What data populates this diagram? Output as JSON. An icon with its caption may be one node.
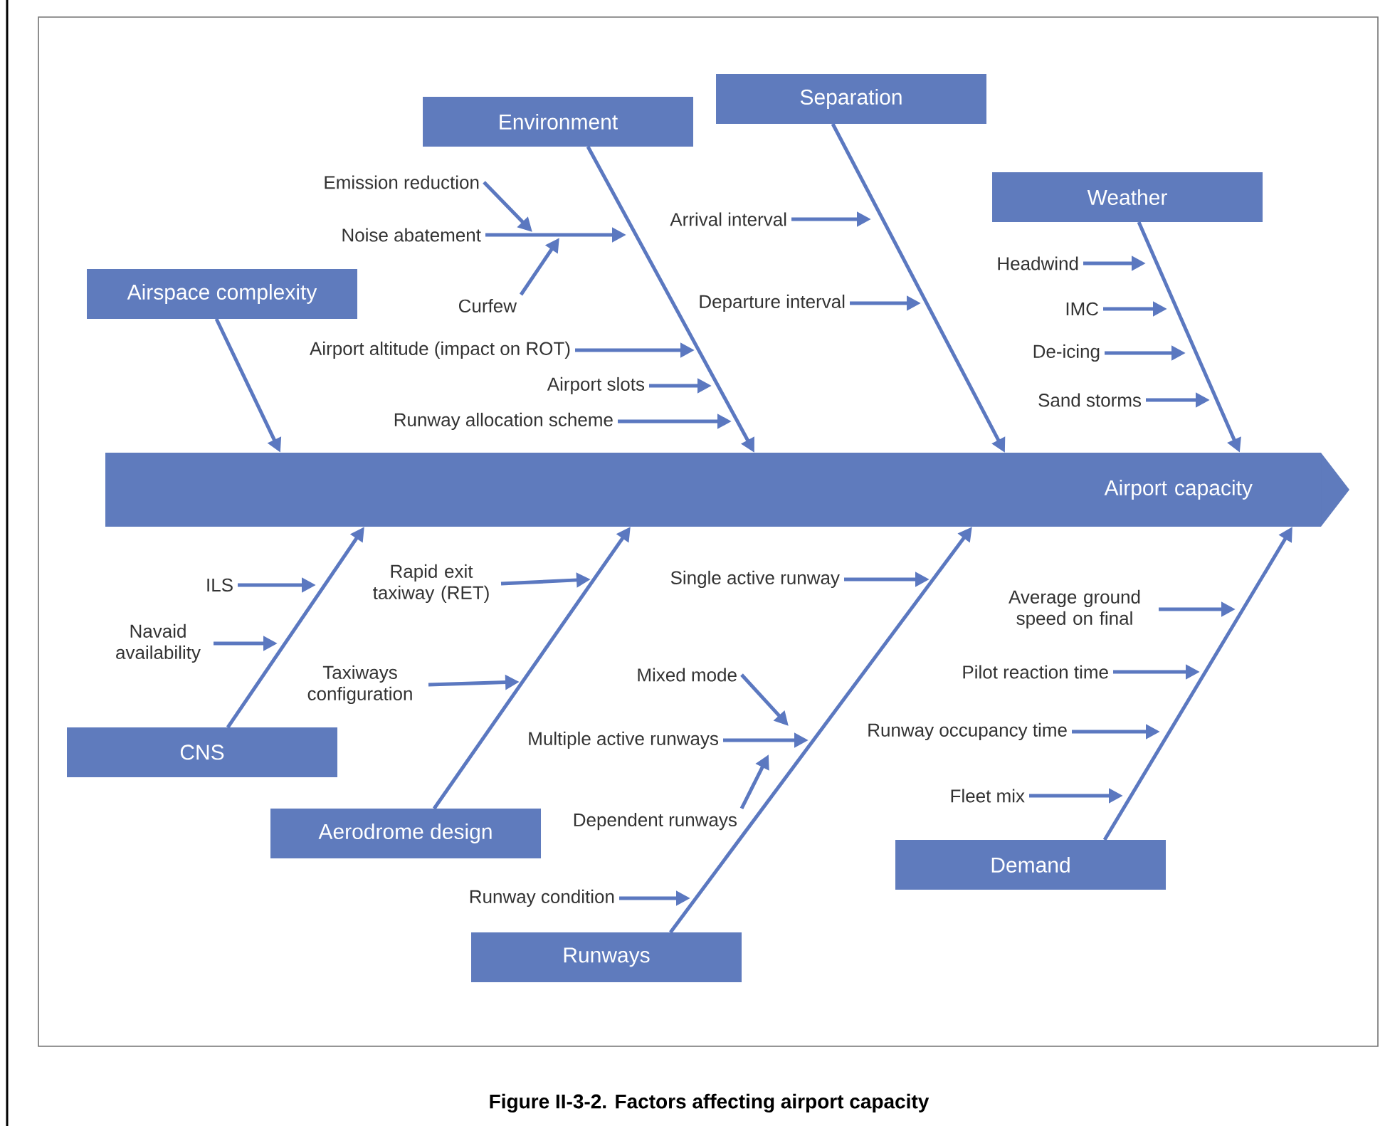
{
  "diagram": {
    "caption": "Figure II-3-2. Factors affecting airport capacity",
    "nodes": [
      {
        "text": [
          "Environment"
        ]
      },
      {
        "text": [
          "Separation"
        ]
      },
      {
        "text": [
          "Weather"
        ]
      },
      {
        "text": [
          "Airspace complexity"
        ]
      },
      {
        "text": [
          "Emission reduction"
        ]
      },
      {
        "text": [
          "Noise abatement"
        ]
      },
      {
        "text": [
          "Curfew"
        ]
      },
      {
        "text": [
          "Airport altitude (impact on ROT)"
        ]
      },
      {
        "text": [
          "Airport slots"
        ]
      },
      {
        "text": [
          "Runway allocation scheme"
        ]
      },
      {
        "text": [
          "Arrival interval"
        ]
      },
      {
        "text": [
          "Departure interval"
        ]
      },
      {
        "text": [
          "Headwind"
        ]
      },
      {
        "text": [
          "IMC"
        ]
      },
      {
        "text": [
          "De-icing"
        ]
      },
      {
        "text": [
          "Sand storms"
        ]
      },
      {
        "text": [
          "Airport capacity"
        ]
      },
      {
        "text": [
          "ILS"
        ]
      },
      {
        "text": [
          "Navaid availability"
        ]
      },
      {
        "text": [
          "Rapid exit taxiway (RET)"
        ]
      },
      {
        "text": [
          "Taxiways configuration"
        ]
      },
      {
        "text": [
          "Single active runway"
        ]
      },
      {
        "text": [
          "Mixed mode"
        ]
      },
      {
        "text": [
          "Multiple active runways"
        ]
      },
      {
        "text": [
          "Dependent runways"
        ]
      },
      {
        "text": [
          "Runway condition"
        ]
      },
      {
        "text": [
          "Average ground speed on final"
        ]
      },
      {
        "text": [
          "Pilot reaction time"
        ]
      },
      {
        "text": [
          "Runway occupancy time"
        ]
      },
      {
        "text": [
          "Fleet mix"
        ]
      },
      {
        "text": [
          "CNS"
        ]
      },
      {
        "text": [
          "Aerodrome design"
        ]
      },
      {
        "text": [
          "Runways"
        ]
      },
      {
        "text": [
          "Demand"
        ]
      }
    ],
    "edges": [
      {
        "from": 3,
        "to": 16,
        "arrow": "to"
      },
      {
        "from": 0,
        "to": 16,
        "arrow": "to"
      },
      {
        "from": 1,
        "to": 16,
        "arrow": "to"
      },
      {
        "from": 2,
        "to": 16,
        "arrow": "to"
      },
      {
        "from": 30,
        "to": 16,
        "arrow": "to"
      },
      {
        "from": 31,
        "to": 16,
        "arrow": "to"
      },
      {
        "from": 32,
        "to": 16,
        "arrow": "to"
      },
      {
        "from": 33,
        "to": 16,
        "arrow": "to"
      },
      {
        "from": 4,
        "to": null,
        "arrow": "to"
      },
      {
        "from": 5,
        "to": null,
        "arrow": "to"
      },
      {
        "from": 6,
        "to": null,
        "arrow": "to"
      },
      {
        "from": 7,
        "to": null,
        "arrow": "to"
      },
      {
        "from": 8,
        "to": null,
        "arrow": "to"
      },
      {
        "from": 9,
        "to": null,
        "arrow": "to"
      },
      {
        "from": 10,
        "to": null,
        "arrow": "to"
      },
      {
        "from": 11,
        "to": null,
        "arrow": "to"
      },
      {
        "from": 12,
        "to": null,
        "arrow": "to"
      },
      {
        "from": 13,
        "to": null,
        "arrow": "to"
      },
      {
        "from": 14,
        "to": null,
        "arrow": "to"
      },
      {
        "from": 15,
        "to": null,
        "arrow": "to"
      },
      {
        "from": 17,
        "to": null,
        "arrow": "to"
      },
      {
        "from": 18,
        "to": null,
        "arrow": "to"
      },
      {
        "from": 19,
        "to": null,
        "arrow": "to"
      },
      {
        "from": 20,
        "to": null,
        "arrow": "to"
      },
      {
        "from": 21,
        "to": null,
        "arrow": "to"
      },
      {
        "from": 22,
        "to": null,
        "arrow": "to"
      },
      {
        "from": 23,
        "to": null,
        "arrow": "to"
      },
      {
        "from": 24,
        "to": null,
        "arrow": "to"
      },
      {
        "from": 25,
        "to": null,
        "arrow": "to"
      },
      {
        "from": 26,
        "to": null,
        "arrow": "to"
      },
      {
        "from": 27,
        "to": null,
        "arrow": "to"
      },
      {
        "from": 28,
        "to": null,
        "arrow": "to"
      },
      {
        "from": 29,
        "to": null,
        "arrow": "to"
      }
    ]
  }
}
